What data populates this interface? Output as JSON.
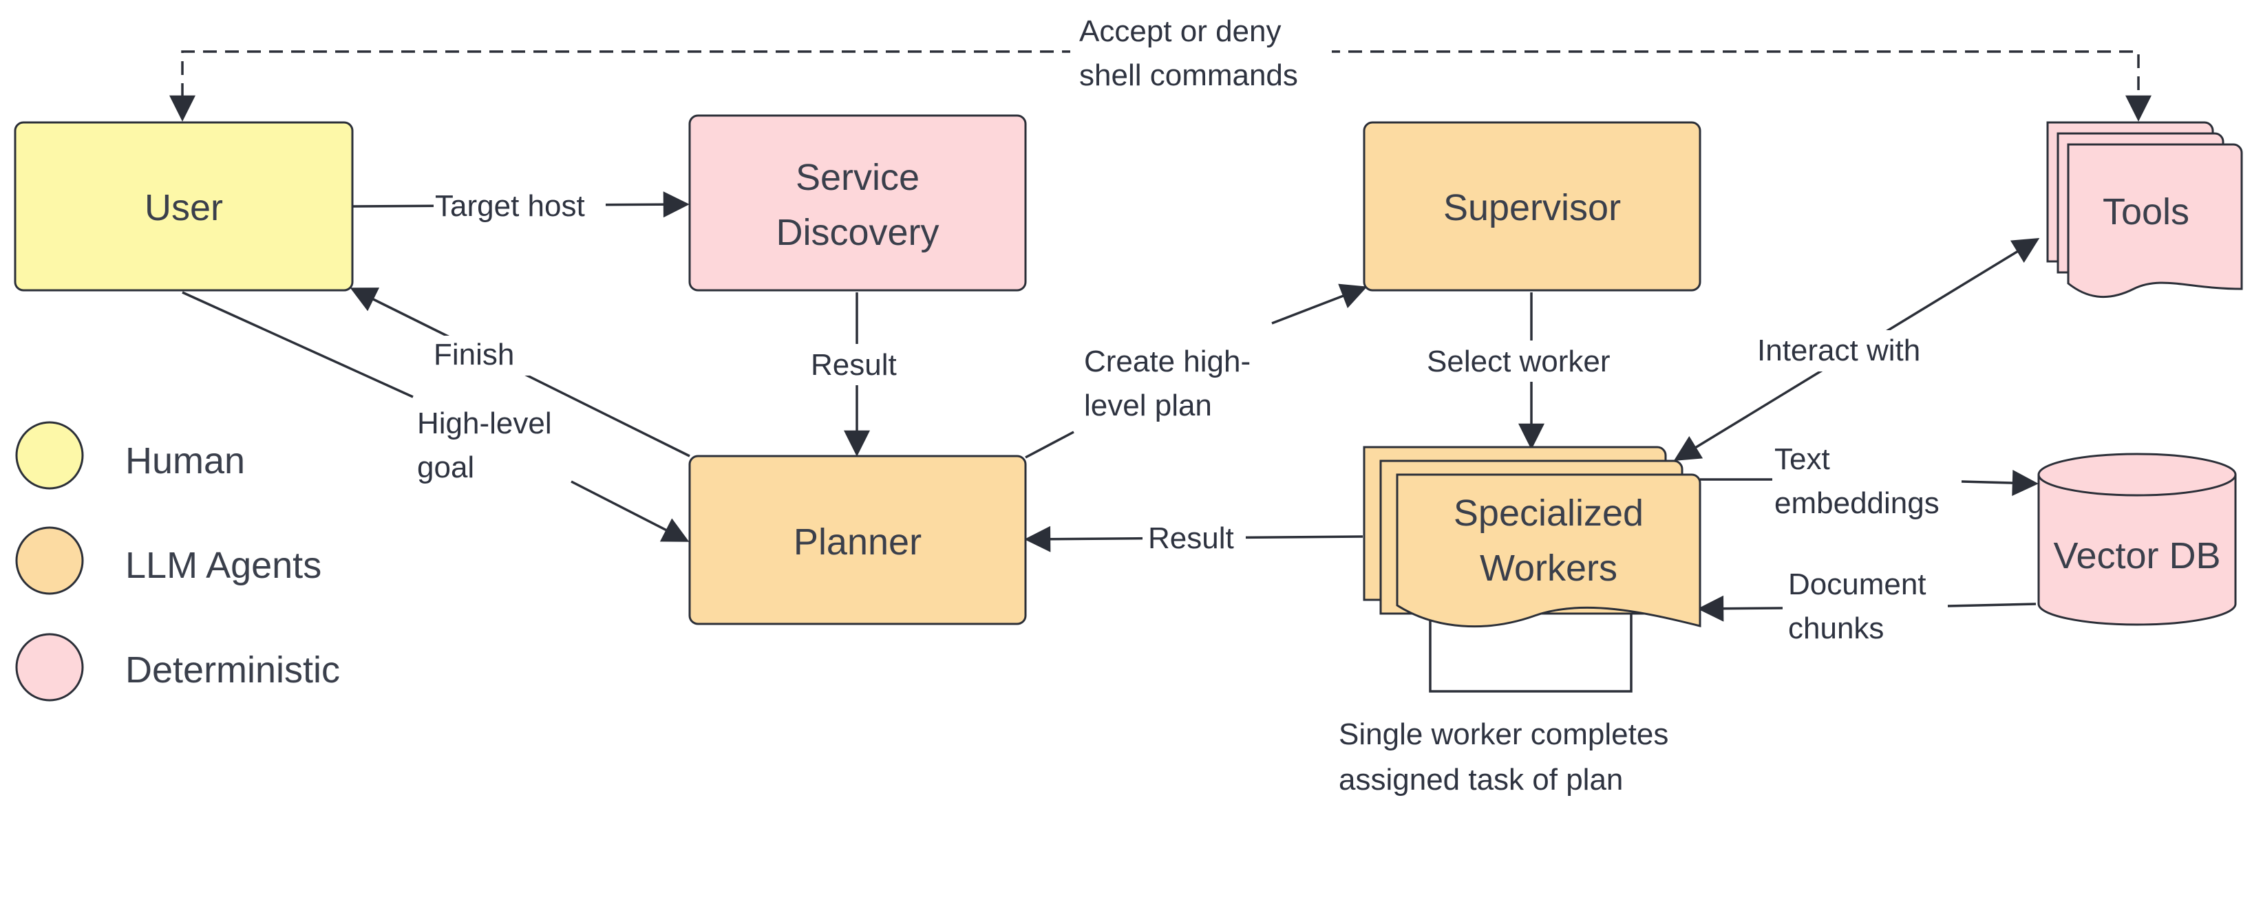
{
  "colors": {
    "human": "#fdf8a8",
    "llm_agent": "#fcdba2",
    "deterministic": "#fdd7da",
    "stroke": "#2b2f38",
    "text": "#3a3f4b"
  },
  "nodes": {
    "user": {
      "line1": "User",
      "type": "human"
    },
    "service_discovery": {
      "line1": "Service",
      "line2": "Discovery",
      "type": "deterministic"
    },
    "supervisor": {
      "line1": "Supervisor",
      "type": "llm_agent"
    },
    "tools": {
      "line1": "Tools",
      "type": "deterministic"
    },
    "planner": {
      "line1": "Planner",
      "type": "llm_agent"
    },
    "specialized_workers": {
      "line1": "Specialized",
      "line2": "Workers",
      "type": "llm_agent"
    },
    "vector_db": {
      "line1": "Vector DB",
      "type": "deterministic"
    }
  },
  "edges": {
    "accept_deny": {
      "line1": "Accept or deny",
      "line2": "shell commands"
    },
    "target_host": {
      "line1": "Target host"
    },
    "finish": {
      "line1": "Finish"
    },
    "high_level_goal": {
      "line1": "High-level",
      "line2": "goal"
    },
    "discovery_result": {
      "line1": "Result"
    },
    "create_plan": {
      "line1": "Create high-",
      "line2": "level plan"
    },
    "select_worker": {
      "line1": "Select worker"
    },
    "interact_with": {
      "line1": "Interact with"
    },
    "text_embeddings": {
      "line1": "Text",
      "line2": "embeddings"
    },
    "document_chunks": {
      "line1": "Document",
      "line2": "chunks"
    },
    "worker_result": {
      "line1": "Result"
    },
    "worker_loop": {
      "line1": "Single worker completes",
      "line2": "assigned task of plan"
    }
  },
  "legend": [
    {
      "label": "Human",
      "type": "human"
    },
    {
      "label": "LLM Agents",
      "type": "llm_agent"
    },
    {
      "label": "Deterministic",
      "type": "deterministic"
    }
  ]
}
